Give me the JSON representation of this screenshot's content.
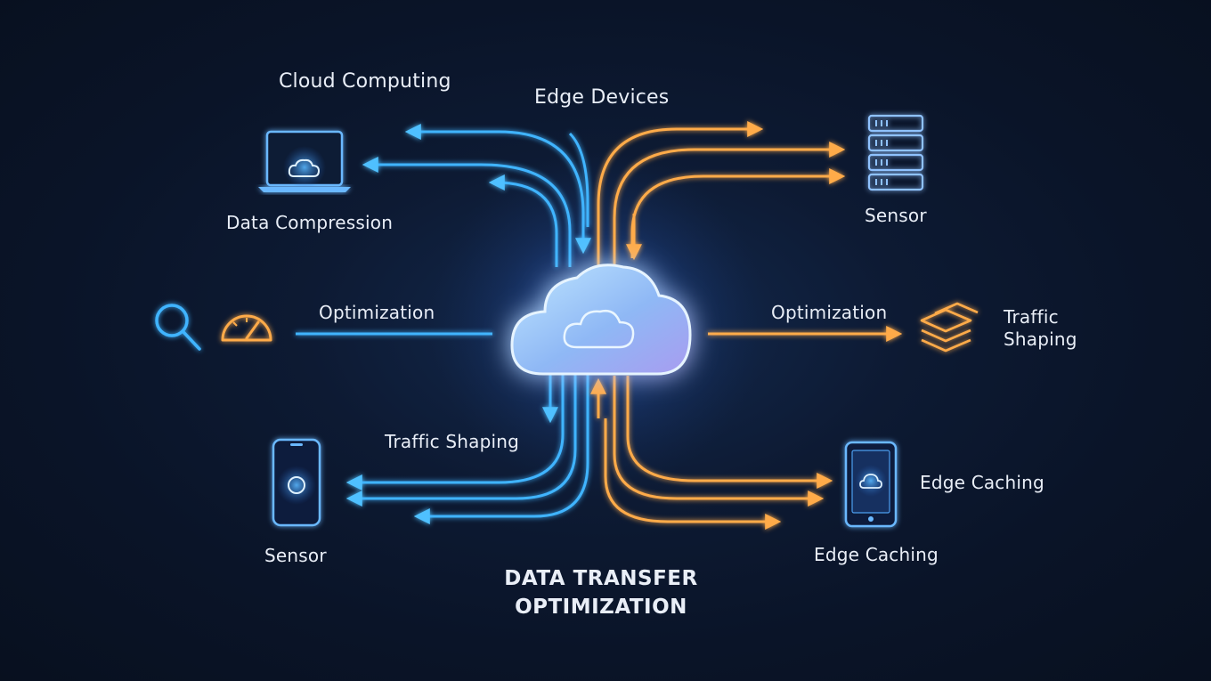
{
  "labels": {
    "cloud_computing": "Cloud Computing",
    "edge_devices": "Edge Devices",
    "data_compression": "Data Compression",
    "sensor_top": "Sensor",
    "optimization_left": "Optimization",
    "optimization_right": "Optimization",
    "traffic_shaping_right_line1": "Traffic",
    "traffic_shaping_right_line2": "Shaping",
    "traffic_shaping_left": "Traffic Shaping",
    "sensor_bottom": "Sensor",
    "edge_caching_right": "Edge Caching",
    "edge_caching_bottom": "Edge Caching",
    "title_line1": "DATA TRANSFER",
    "title_line2": "OPTIMIZATION"
  },
  "colors": {
    "blue": "#3fb4ff",
    "orange": "#ffab4a",
    "background": "#0a1428"
  },
  "icons": [
    "laptop-cloud-icon",
    "server-rack-icon",
    "magnifier-icon",
    "gauge-icon",
    "layers-icon",
    "smartphone-icon",
    "tablet-icon",
    "cloud-icon"
  ]
}
